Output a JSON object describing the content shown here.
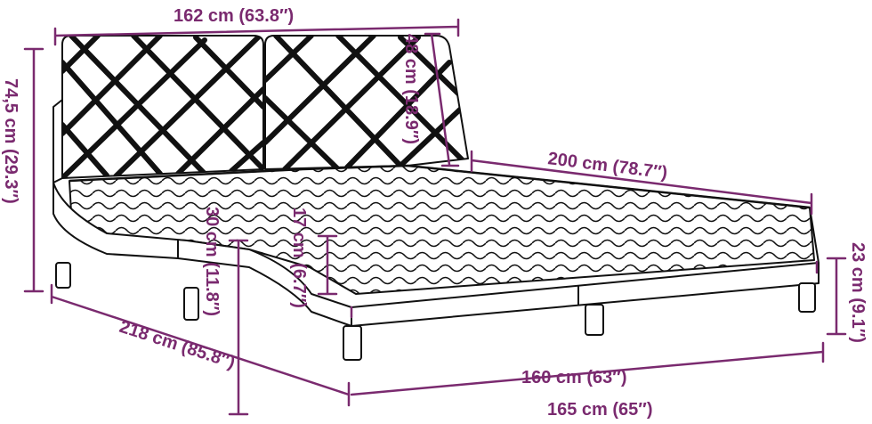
{
  "colors": {
    "dimension": "#7a2a6f",
    "outline": "#111111",
    "background": "#ffffff"
  },
  "dimensions": {
    "headboard_width": "162 cm (63.8″)",
    "headboard_height": "48 cm (18.9″)",
    "total_height": "74,5 cm (29.3″)",
    "bed_length": "200 cm (78.7″)",
    "side_height": "30 cm (11.8″)",
    "mattress_height": "17 cm (6.7″)",
    "inner_width": "160 cm (63″)",
    "leg_height": "23 cm (9.1″)",
    "total_length": "218 cm (85.8″)",
    "total_width": "165 cm (65″)"
  }
}
